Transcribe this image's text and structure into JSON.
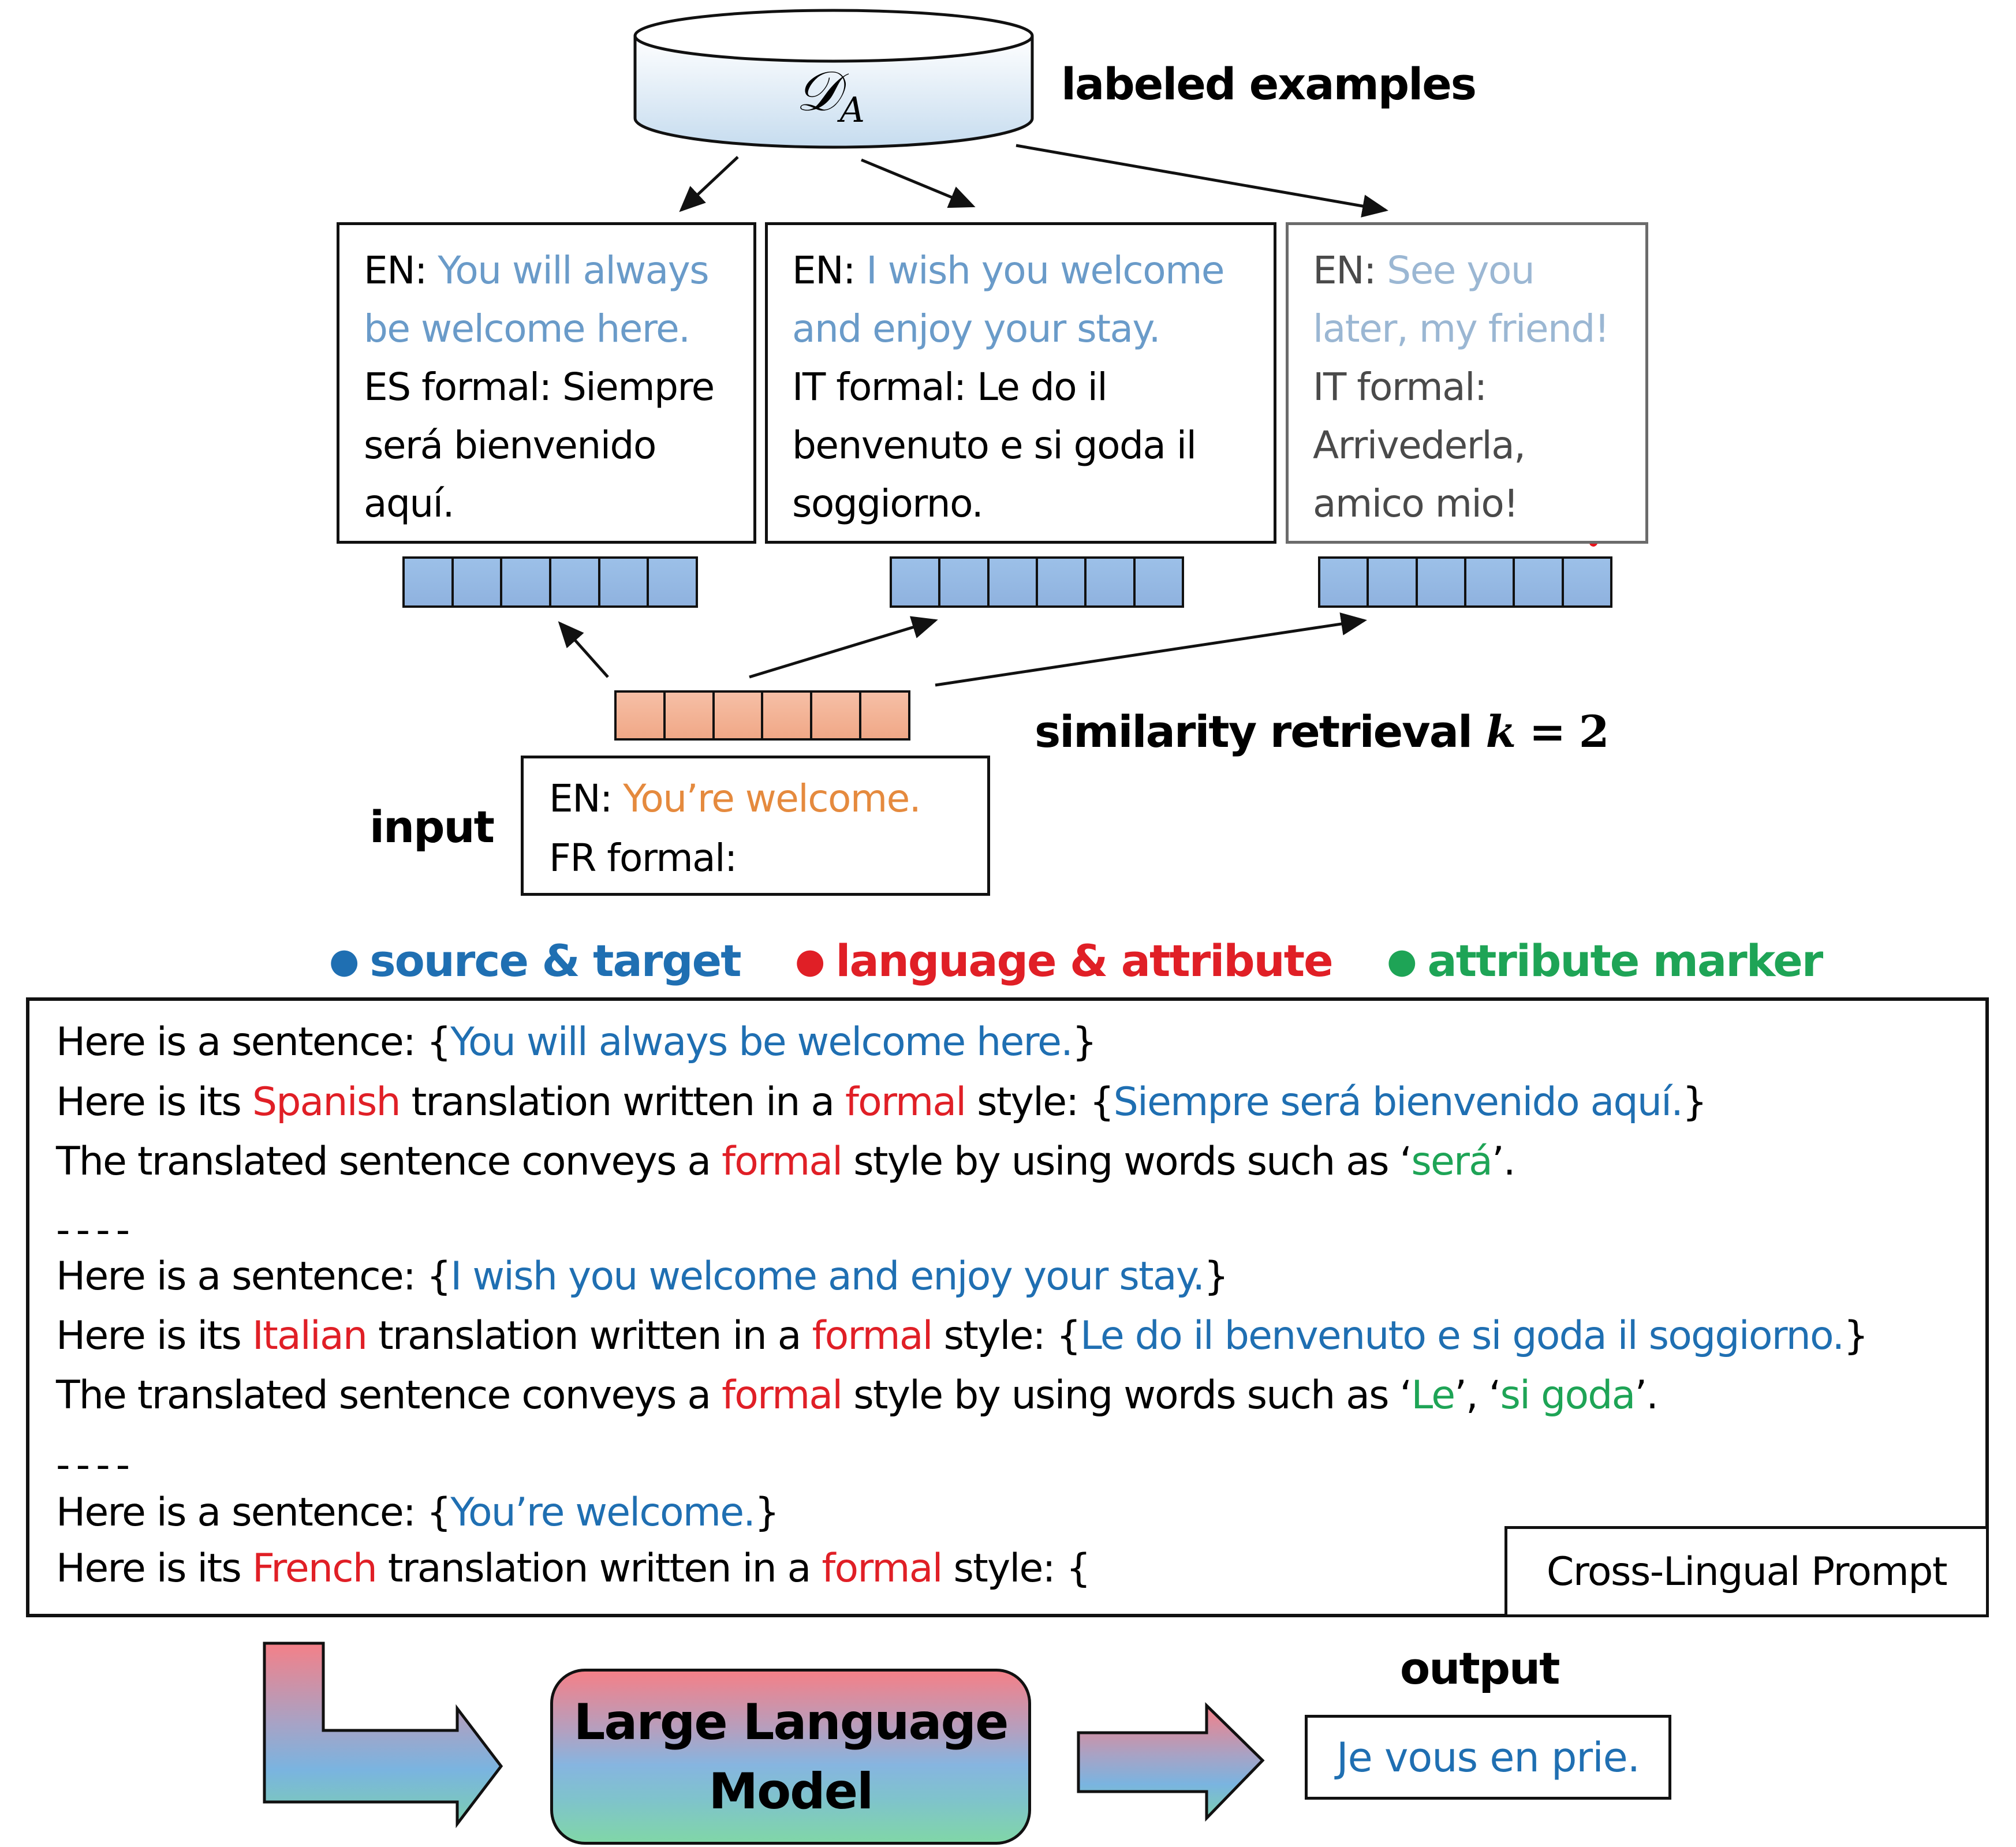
{
  "database": {
    "symbol": "𝒟",
    "subscript": "A",
    "label": "labeled examples"
  },
  "examples": [
    {
      "src_prefix": "EN: ",
      "src_lines": [
        "You will always",
        "be welcome here."
      ],
      "tgt_lines": [
        "ES formal: Siempre",
        "será bienvenido",
        "aquí."
      ],
      "selected": true,
      "status_icon": "check-icon"
    },
    {
      "src_prefix": "EN: ",
      "src_lines": [
        "I wish you welcome",
        "and enjoy your stay."
      ],
      "tgt_lines": [
        "IT formal: Le do il",
        "benvenuto e si goda il",
        "soggiorno."
      ],
      "selected": true,
      "status_icon": "check-icon"
    },
    {
      "src_prefix": "EN: ",
      "src_lines": [
        "See you",
        "later, my friend!"
      ],
      "tgt_lines": [
        "IT formal:",
        "Arrivederla,",
        "amico mio!"
      ],
      "selected": false,
      "status_icon": "cross-icon"
    }
  ],
  "retrieval": {
    "label": "similarity retrieval ",
    "k_symbol": "k",
    "k_eq": " = 2",
    "vector_cells": 6
  },
  "input": {
    "label": "input",
    "src_prefix": "EN: ",
    "src_text": "You’re welcome.",
    "tgt_line": "FR formal:"
  },
  "legend": [
    {
      "label": "source & target",
      "color": "#1f6fb2"
    },
    {
      "label": "language & attribute",
      "color": "#e01f26"
    },
    {
      "label": "attribute marker",
      "color": "#1ea456"
    }
  ],
  "prompt": {
    "title": "Cross-Lingual Prompt",
    "separator": "----",
    "lines": [
      [
        {
          "t": "Here is a sentence: {"
        },
        {
          "t": "You will always be welcome here.",
          "c": "src"
        },
        {
          "t": "}"
        }
      ],
      [
        {
          "t": "Here is its "
        },
        {
          "t": "Spanish",
          "c": "lang"
        },
        {
          "t": " translation written in a "
        },
        {
          "t": "formal",
          "c": "lang"
        },
        {
          "t": " style: {"
        },
        {
          "t": "Siempre será bienvenido aquí.",
          "c": "src"
        },
        {
          "t": "}"
        }
      ],
      [
        {
          "t": "The translated sentence conveys a "
        },
        {
          "t": "formal",
          "c": "lang"
        },
        {
          "t": " style by using words such as ‘"
        },
        {
          "t": "será",
          "c": "mark"
        },
        {
          "t": "’."
        }
      ],
      "SEP",
      [
        {
          "t": "Here is a sentence: {"
        },
        {
          "t": "I wish you welcome and enjoy your stay.",
          "c": "src"
        },
        {
          "t": "}"
        }
      ],
      [
        {
          "t": "Here is its "
        },
        {
          "t": "Italian",
          "c": "lang"
        },
        {
          "t": " translation written in a "
        },
        {
          "t": "formal",
          "c": "lang"
        },
        {
          "t": " style: {"
        },
        {
          "t": "Le do il benvenuto e si goda il soggiorno.",
          "c": "src"
        },
        {
          "t": "}"
        }
      ],
      [
        {
          "t": "The translated sentence conveys a "
        },
        {
          "t": "formal",
          "c": "lang"
        },
        {
          "t": " style by using words such as ‘"
        },
        {
          "t": "Le",
          "c": "mark"
        },
        {
          "t": "’, ‘"
        },
        {
          "t": "si goda",
          "c": "mark"
        },
        {
          "t": "’."
        }
      ],
      "SEP",
      [
        {
          "t": "Here is a sentence: {"
        },
        {
          "t": "You’re welcome.",
          "c": "src"
        },
        {
          "t": "}"
        }
      ],
      [
        {
          "t": "Here is its "
        },
        {
          "t": "French",
          "c": "lang"
        },
        {
          "t": " translation written in a "
        },
        {
          "t": "formal",
          "c": "lang"
        },
        {
          "t": " style: {"
        }
      ]
    ]
  },
  "llm": {
    "line1": "Large Language",
    "line2": "Model"
  },
  "output": {
    "label": "output",
    "text": "Je vous en prie."
  },
  "colors": {
    "source_target": "#1f6fb2",
    "language_attribute": "#e01f26",
    "attribute_marker": "#1ea456",
    "check": "#1ea456",
    "cross": "#e8141c"
  }
}
